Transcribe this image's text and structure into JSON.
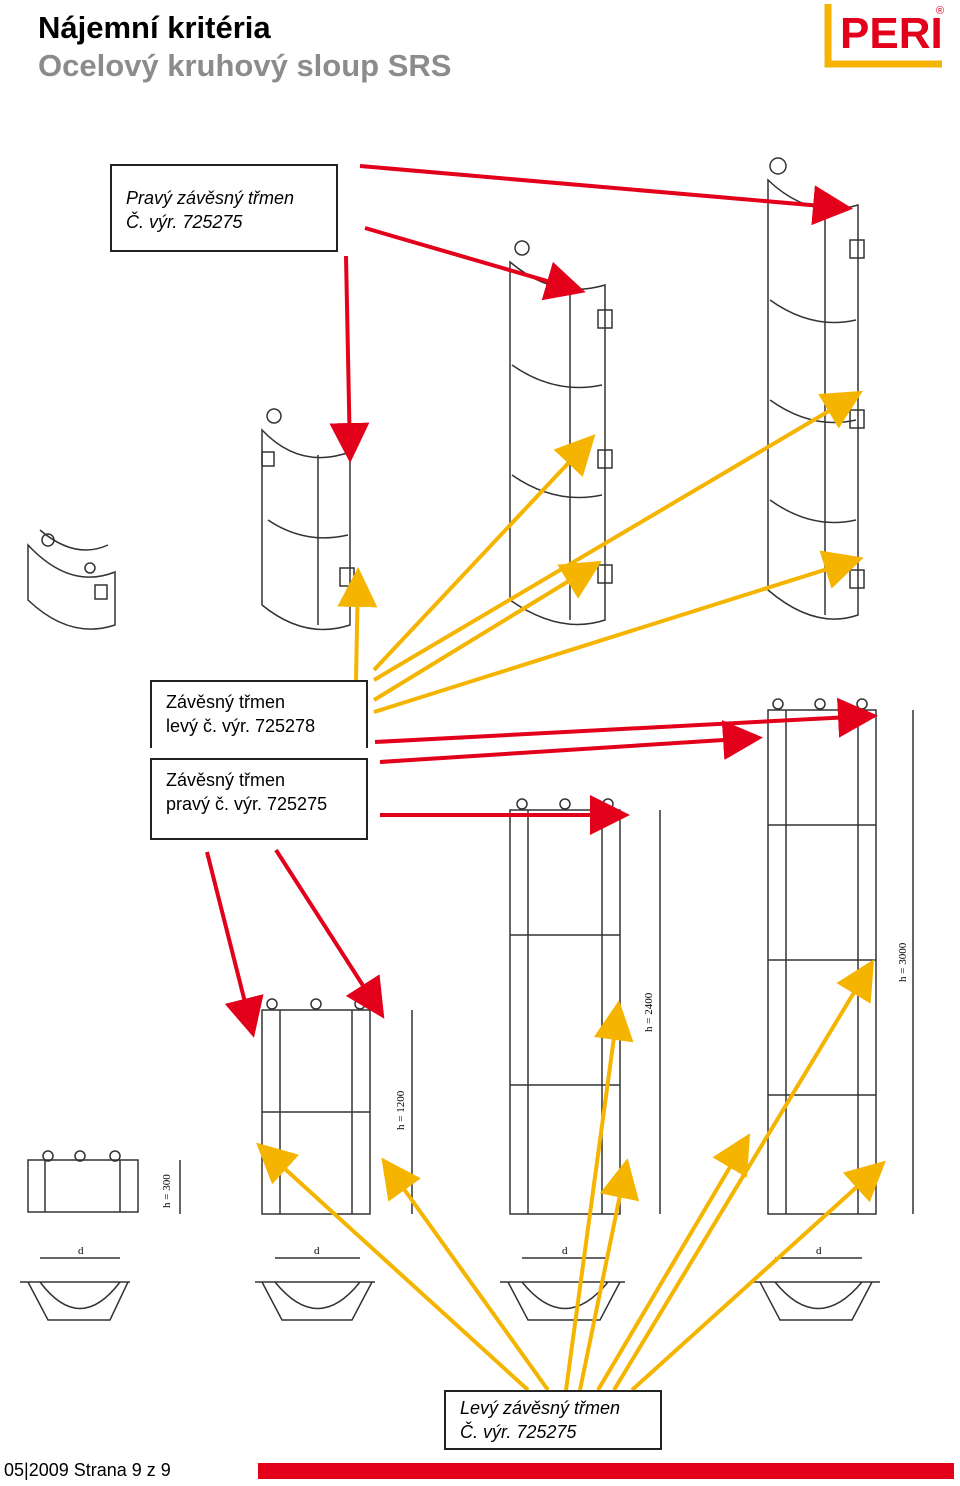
{
  "header": {
    "title": "Nájemní kritéria",
    "subtitle": "Ocelový kruhový sloup SRS"
  },
  "logo": {
    "text": "PERI",
    "registered": "®",
    "color": "#e3001b",
    "accent": "#f5b400"
  },
  "callouts": {
    "top_right": {
      "line1": "Pravý závěsný třmen",
      "line2": "Č. výr. 725275"
    },
    "left_bracket": {
      "line1": "Závěsný třmen",
      "line2": "levý č. výr. 725278"
    },
    "right_bracket": {
      "line1": "Závěsný třmen",
      "line2": "pravý č. výr. 725275"
    },
    "bottom_left": {
      "line1": "Levý závěsný třmen",
      "line2": "Č. výr. 725275"
    }
  },
  "dimensions": {
    "h300": "h = 300",
    "h1200": "h = 1200",
    "h2400": "h = 2400",
    "h3000": "h = 3000",
    "d": "d"
  },
  "footer": {
    "text": "05|2009 Strana 9 z 9",
    "bar_color": "#e3001b"
  },
  "colors": {
    "red_arrow": "#e3001b",
    "yellow_arrow": "#f5b400",
    "drawing": "#333333"
  }
}
